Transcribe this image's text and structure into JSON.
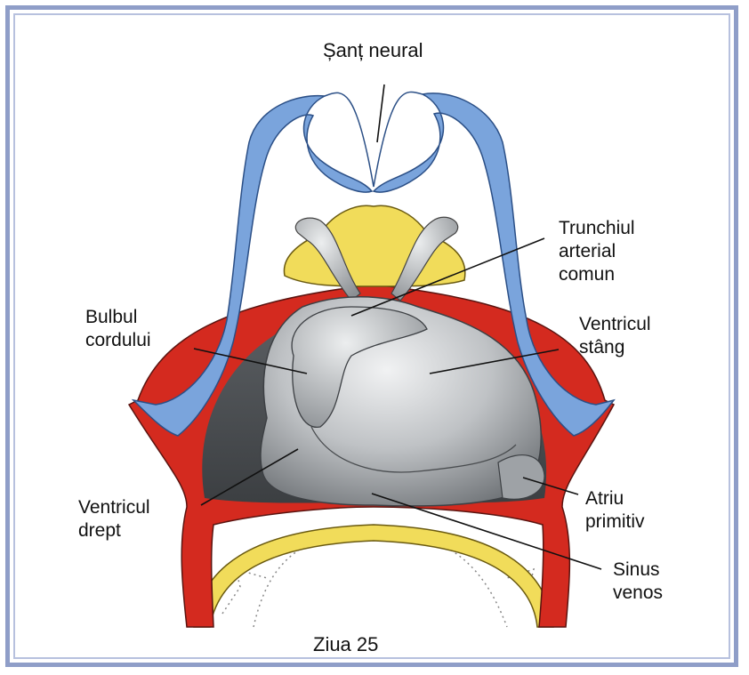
{
  "labels": {
    "sant_neural": "Șanț neural",
    "trunchiul": [
      "Trunchiul",
      "arterial",
      "comun"
    ],
    "bulbul": [
      "Bulbul",
      "cordului"
    ],
    "ventricul_stang": [
      "Ventricul",
      "stâng"
    ],
    "ventricul_drept": [
      "Ventricul",
      "drept"
    ],
    "atriu": [
      "Atriu",
      "primitiv"
    ],
    "sinus": [
      "Sinus",
      "venos"
    ],
    "ziua": "Ziua 25"
  },
  "colors": {
    "frame": "#8f9ec8",
    "neural_blue": "#7aa4dc",
    "pericardium_red": "#d42a1f",
    "yolk_yellow": "#f1dc5a",
    "heart_gray": "#b9bcbf"
  }
}
